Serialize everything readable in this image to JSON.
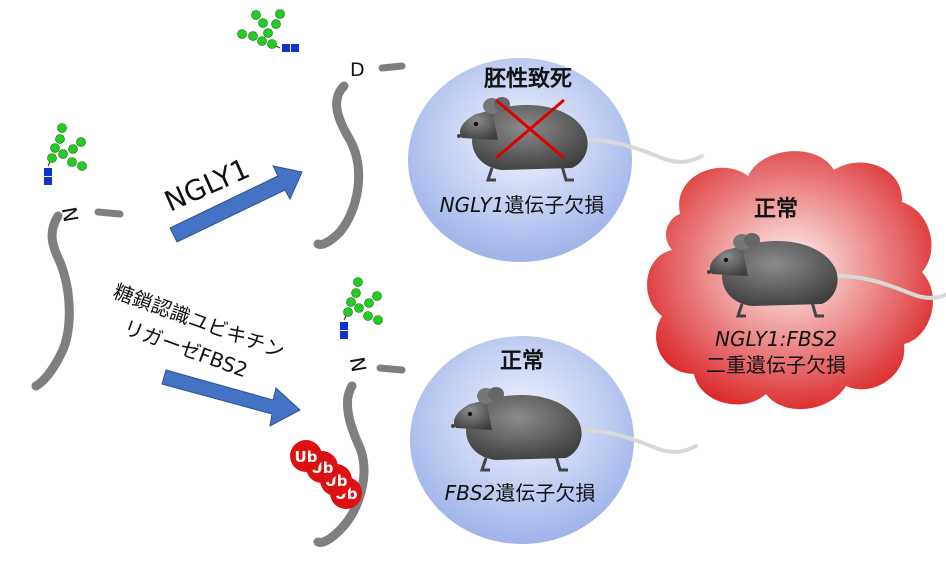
{
  "arrows": {
    "top_label": "NGLY1",
    "bottom_label_line1": "糖鎖認識ユビキチン",
    "bottom_label_line2": "リガーゼFBS2"
  },
  "residues": {
    "start": "N",
    "deglycosylated": "D",
    "ubiquitinated": "N"
  },
  "ubiquitin_tag": "Ub",
  "panels": {
    "top": {
      "status": "胚性致死",
      "gene_italic": "NGLY1",
      "gene_suffix": "遺伝子欠損"
    },
    "bottom": {
      "status": "正常",
      "gene_italic": "FBS2",
      "gene_suffix": "遺伝子欠損"
    },
    "right": {
      "status": "正常",
      "gene_italic": "NGLY1:FBS2",
      "gene_suffix": "二重遺伝子欠損"
    }
  },
  "colors": {
    "sugar_green": "#22cc22",
    "sugar_blue": "#1133cc",
    "arrow_blue": "#4472c4",
    "panel_blue": "#b4c4f0",
    "cloud_red": "#e03030",
    "ub_red": "#dd1111",
    "cross_red": "#dd0000"
  }
}
